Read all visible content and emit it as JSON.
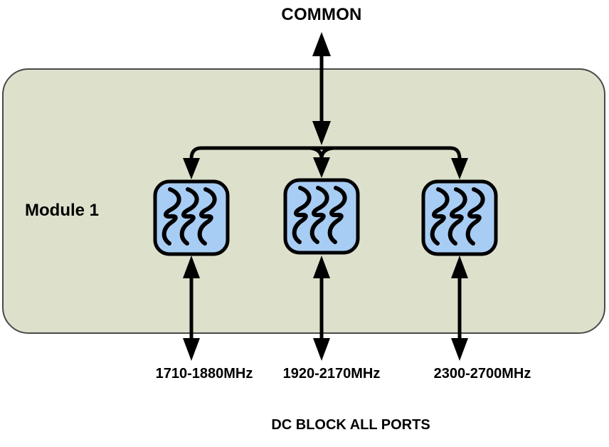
{
  "diagram": {
    "common_port": {
      "label": "COMMON"
    },
    "module": {
      "label": "Module 1"
    },
    "filters": [
      {
        "id": "filter-1",
        "port_label": "1710-1880MHz"
      },
      {
        "id": "filter-2",
        "port_label": "1920-2170MHz"
      },
      {
        "id": "filter-3",
        "port_label": "2300-2700MHz"
      }
    ],
    "footnote": "DC BLOCK ALL PORTS",
    "icons": {
      "filter_icon": "filter-squiggle-icon"
    },
    "colors": {
      "background": "#ffffff",
      "module_fill": "#dde0cb",
      "module_border": "#4a4a4a",
      "filter_fill": "#a8cdf4",
      "filter_border": "#000000",
      "line": "#000000",
      "text": "#000000"
    }
  }
}
